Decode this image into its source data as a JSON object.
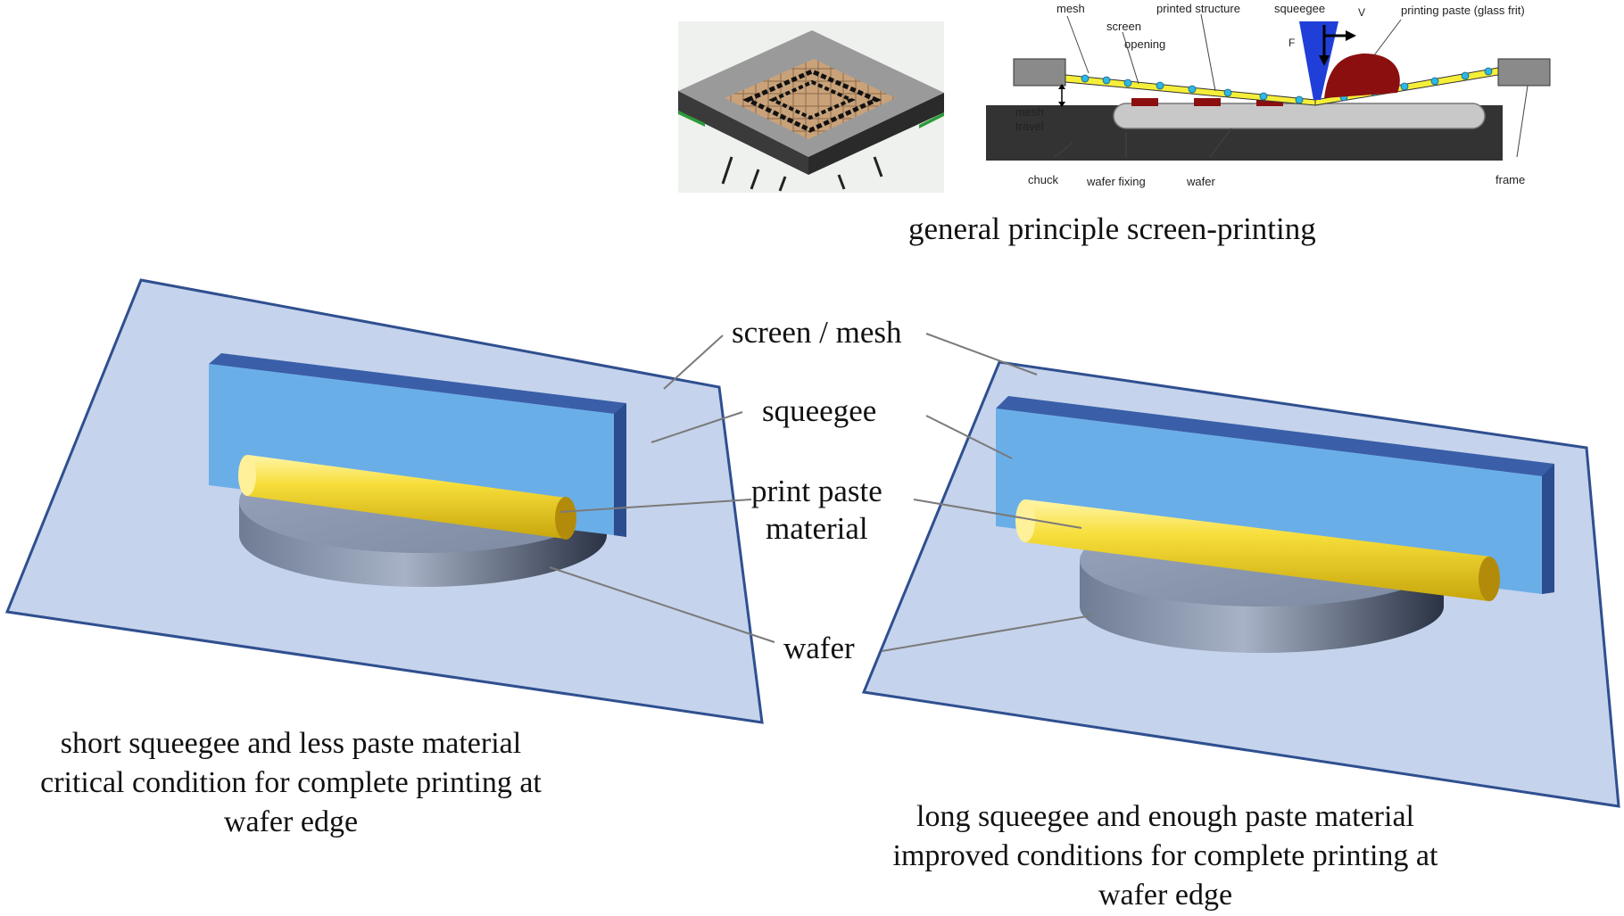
{
  "figure": {
    "principle": {
      "caption": "general principle screen-printing",
      "labels": {
        "mesh": "mesh",
        "screen": "screen",
        "opening": "opening",
        "printed_structure": "printed structure",
        "squeegee": "squeegee",
        "v": "V",
        "f": "F",
        "printing_paste": "printing paste (glass frit)",
        "mesh_travel_1": "mesh",
        "mesh_travel_2": "travel",
        "chuck": "chuck",
        "wafer_fixing": "wafer fixing",
        "wafer": "wafer",
        "frame": "frame"
      }
    },
    "center_labels": {
      "screen_mesh": "screen / mesh",
      "squeegee": "squeegee",
      "print_paste_1": "print paste",
      "print_paste_2": "material",
      "wafer": "wafer"
    },
    "left_caption": {
      "line1": "short squeegee and less paste material",
      "line2": "critical condition for complete printing at",
      "line3": "wafer edge"
    },
    "right_caption": {
      "line1": "long squeegee and enough paste material",
      "line2": "improved conditions for complete printing at",
      "line3": "wafer edge"
    }
  },
  "colors": {
    "screen_fill": "#c5d3ec",
    "screen_stroke": "#2f4f8f",
    "squeegee_front": "#6aaee8",
    "squeegee_top": "#3a5fa8",
    "paste_yellow": "#f2d21c",
    "wafer_gray": "#8c9ab2",
    "paste_glass_frit": "#8b0f0f",
    "chuck": "#333333"
  }
}
